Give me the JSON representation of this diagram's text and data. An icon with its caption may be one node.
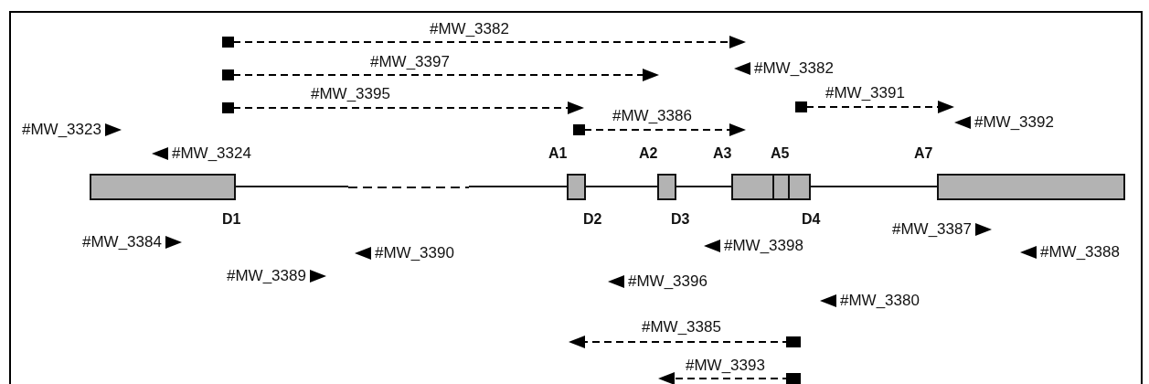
{
  "diagram": {
    "nodes": [
      {
        "text": [],
        "shape": "box"
      },
      {
        "text": [],
        "shape": "box"
      },
      {
        "text": [],
        "shape": "box"
      },
      {
        "text": [],
        "shape": "box"
      },
      {
        "text": [],
        "shape": "box"
      },
      {
        "text": [],
        "shape": "box"
      },
      {
        "text": [],
        "shape": "box"
      }
    ],
    "edges": [
      {
        "from": 0,
        "to": 1,
        "arrow": "none"
      },
      {
        "from": 1,
        "to": 2,
        "arrow": "none"
      },
      {
        "from": 2,
        "to": 3,
        "arrow": "none"
      },
      {
        "from": 5,
        "to": 6,
        "arrow": "none"
      }
    ],
    "labels": [
      "#MW_3382",
      "#MW_3397",
      "#MW_3382",
      "#MW_3395",
      "#MW_3391",
      "#MW_3386",
      "#MW_3392",
      "#MW_3323",
      "#MW_3324",
      "A1",
      "A2",
      "A3",
      "A5",
      "A7",
      "D1",
      "D2",
      "D3",
      "D4",
      "#MW_3387",
      "#MW_3384",
      "#MW_3390",
      "#MW_3398",
      "#MW_3388",
      "#MW_3389",
      "#MW_3396",
      "#MW_3380",
      "#MW_3385",
      "#MW_3393"
    ]
  }
}
